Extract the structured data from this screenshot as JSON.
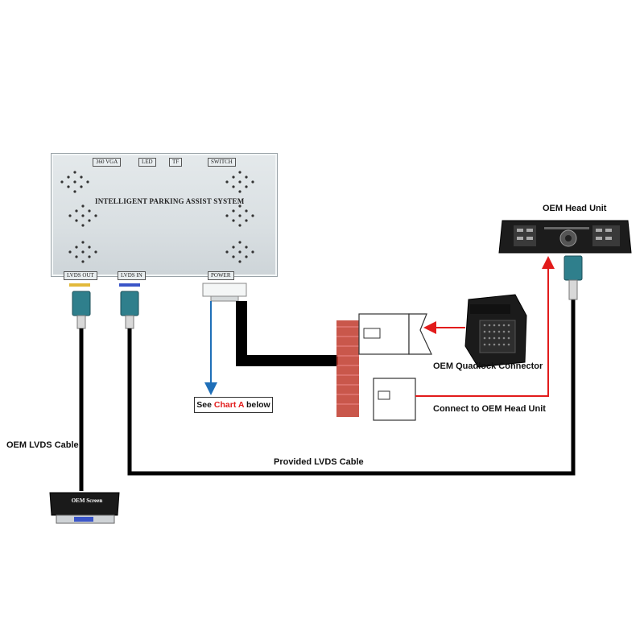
{
  "module": {
    "title": "INTELLIGENT PARKING ASSIST SYSTEM",
    "top_ports": [
      "360 VGA",
      "LED",
      "TF",
      "SWITCH"
    ],
    "bottom_ports": [
      "LVDS OUT",
      "LVDS IN",
      "POWER"
    ]
  },
  "labels": {
    "oem_head_unit": "OEM Head Unit",
    "oem_quadlock_connector": "OEM Quadlock Connector",
    "connect_to_head_unit": "Connect to OEM Head Unit",
    "provided_lvds_cable": "Provided LVDS Cable",
    "oem_lvds_cable": "OEM LVDS Cable",
    "oem_screen": "OEM Screen"
  },
  "note": {
    "prefix": "See ",
    "highlight": "Chart A",
    "suffix": " below"
  },
  "colors": {
    "arrow_red": "#e21b1b",
    "arrow_blue": "#1f6fb8",
    "cable": "#000000",
    "connector_teal": "#2f7f8c",
    "lvds_out_band": "#e2b93b",
    "lvds_in_band": "#3a55c8",
    "harness_red": "#c0392b"
  }
}
